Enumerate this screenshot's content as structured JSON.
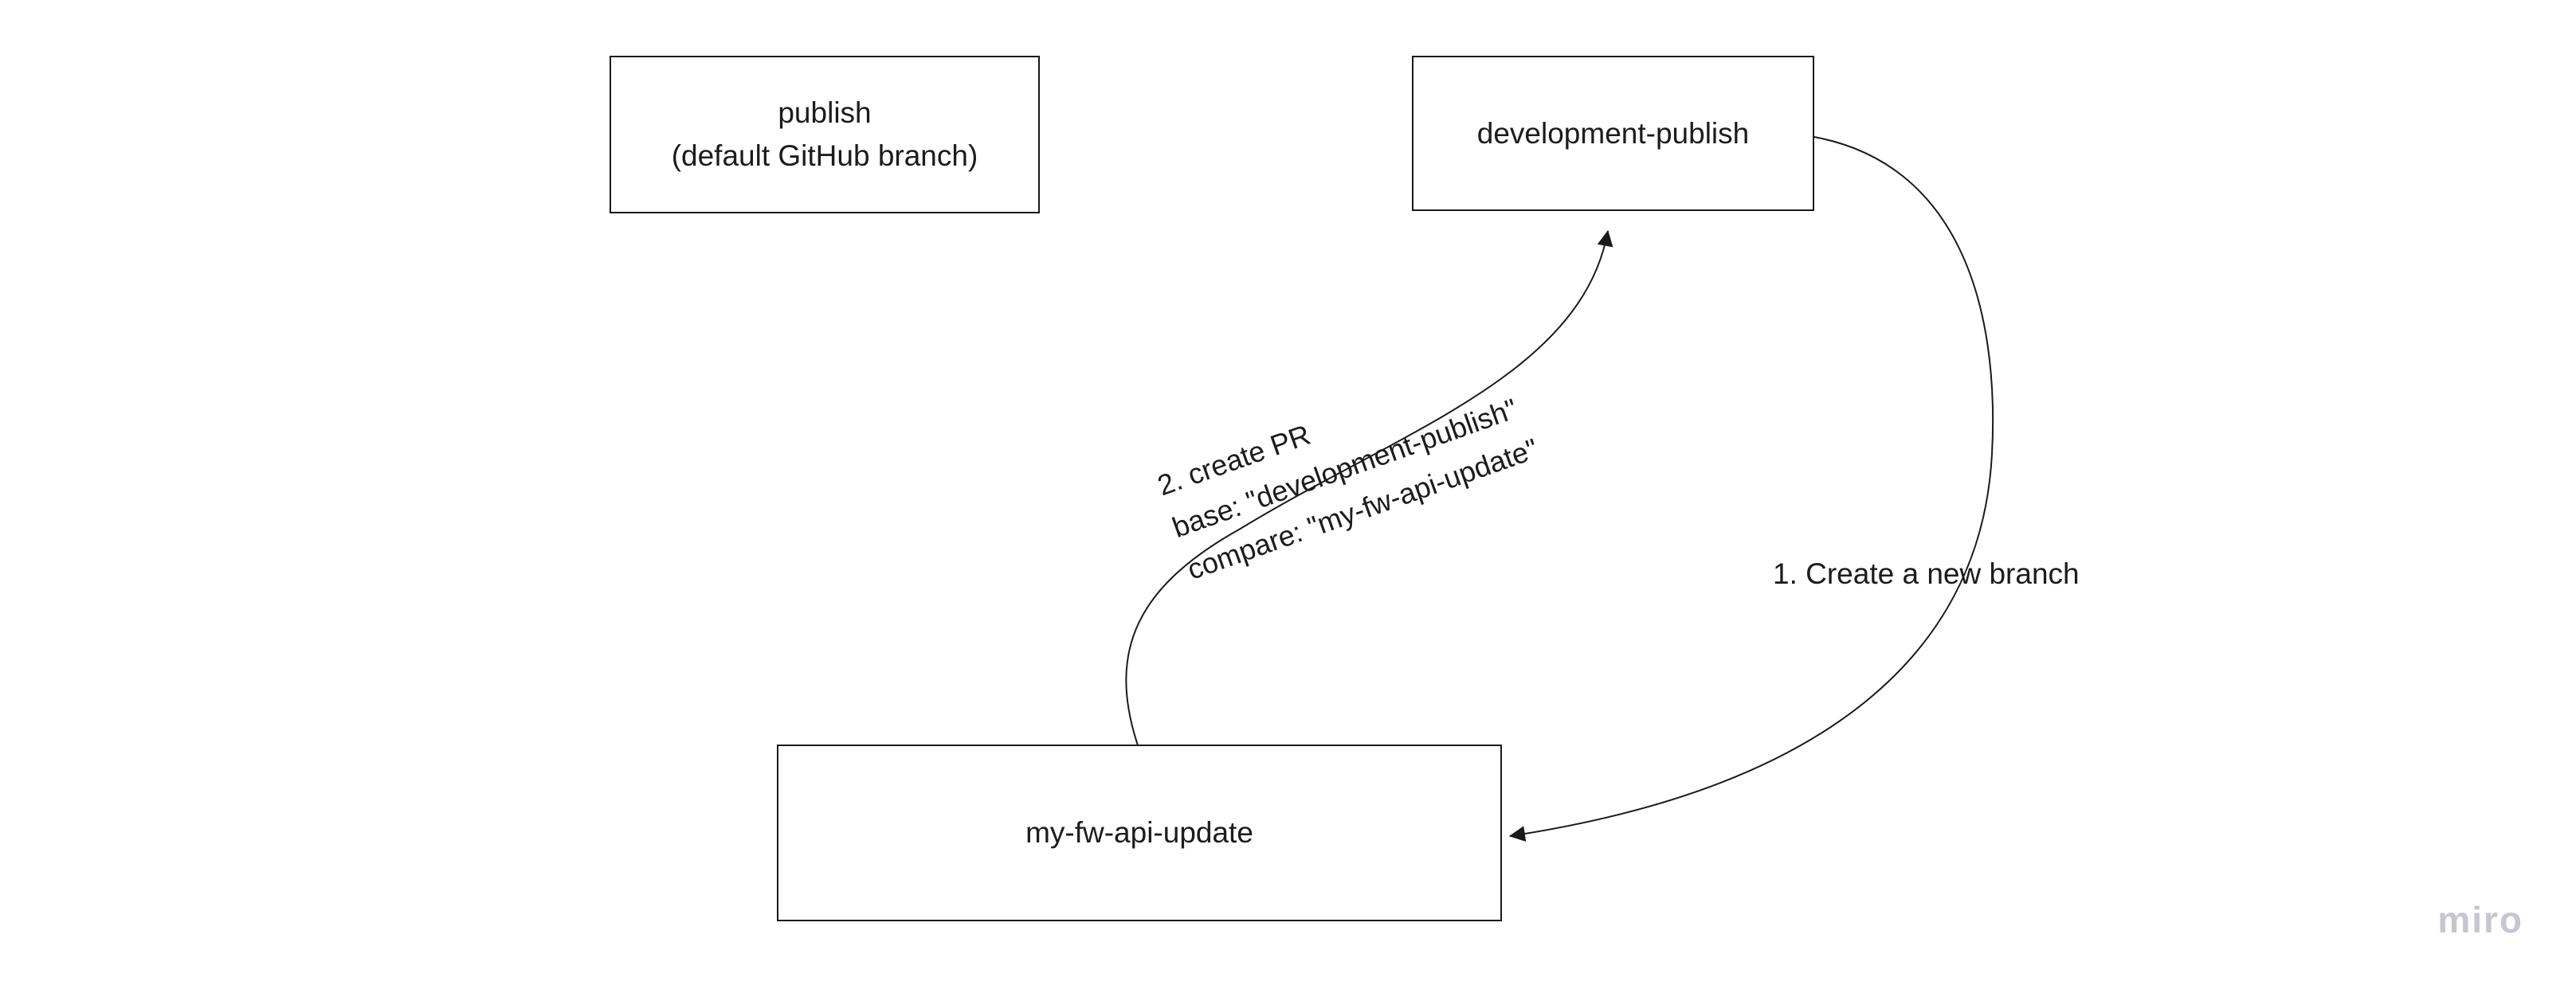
{
  "colors": {
    "line": "#1a1a1a",
    "text": "#1c1c1c",
    "watermark": "#c6c5d0",
    "background": "#ffffff"
  },
  "nodes": {
    "publish": {
      "line1": "publish",
      "line2": "(default GitHub branch)"
    },
    "development_publish": {
      "label": "development-publish"
    },
    "my_fw_api_update": {
      "label": "my-fw-api-update"
    }
  },
  "edges": {
    "create_branch": {
      "label": "1. Create a new branch"
    },
    "create_pr": {
      "line1": "2. create PR",
      "line2": "base: \"development-publish\"",
      "line3": "compare: \"my-fw-api-update\""
    }
  },
  "watermark": "miro"
}
